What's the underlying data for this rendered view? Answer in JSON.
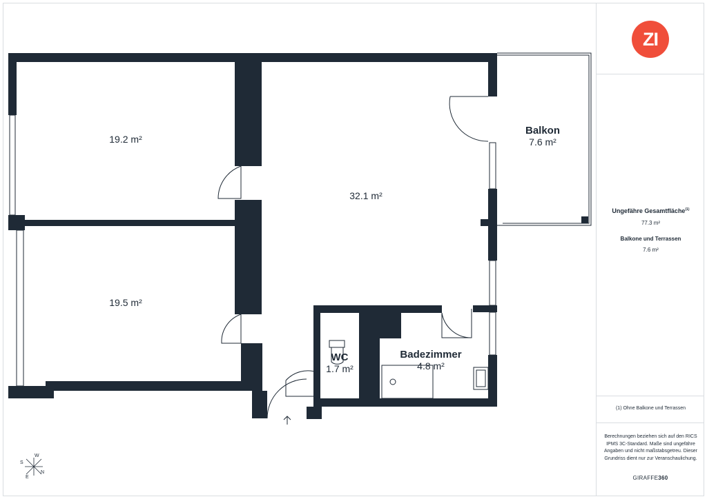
{
  "rooms": {
    "bedroom1": {
      "area": "19.2 m²"
    },
    "bedroom2": {
      "area": "19.5 m²"
    },
    "living": {
      "area": "32.1 m²"
    },
    "balkon": {
      "name": "Balkon",
      "area": "7.6 m²"
    },
    "wc": {
      "name": "WC",
      "area": "1.7 m²"
    },
    "bad": {
      "name": "Badezimmer",
      "area": "4.8 m²"
    }
  },
  "sidebar": {
    "logo": "ZI",
    "total_label": "Ungefähre Gesamtfläche",
    "total_footnote": "(1)",
    "total_value": "77.3 m²",
    "balcony_label": "Balkone und Terrassen",
    "balcony_value": "7.6 m²",
    "footnote": "(1) Ohne Balkone und Terrassen",
    "disclaimer": "Berechnungen beziehen sich auf den RICS IPMS 3C-Standard. Maße sind ungefähre Angaben und nicht maßstabsgetreu. Dieser Grundriss dient nur zur Veranschaulichung.",
    "brand_a": "GIRAFFE",
    "brand_b": "360"
  },
  "compass": {
    "w": "W",
    "s": "S",
    "e": "E",
    "n": "N"
  },
  "colors": {
    "wall": "#1f2a36",
    "accent": "#f04e3a",
    "divider": "#d9dde1"
  }
}
